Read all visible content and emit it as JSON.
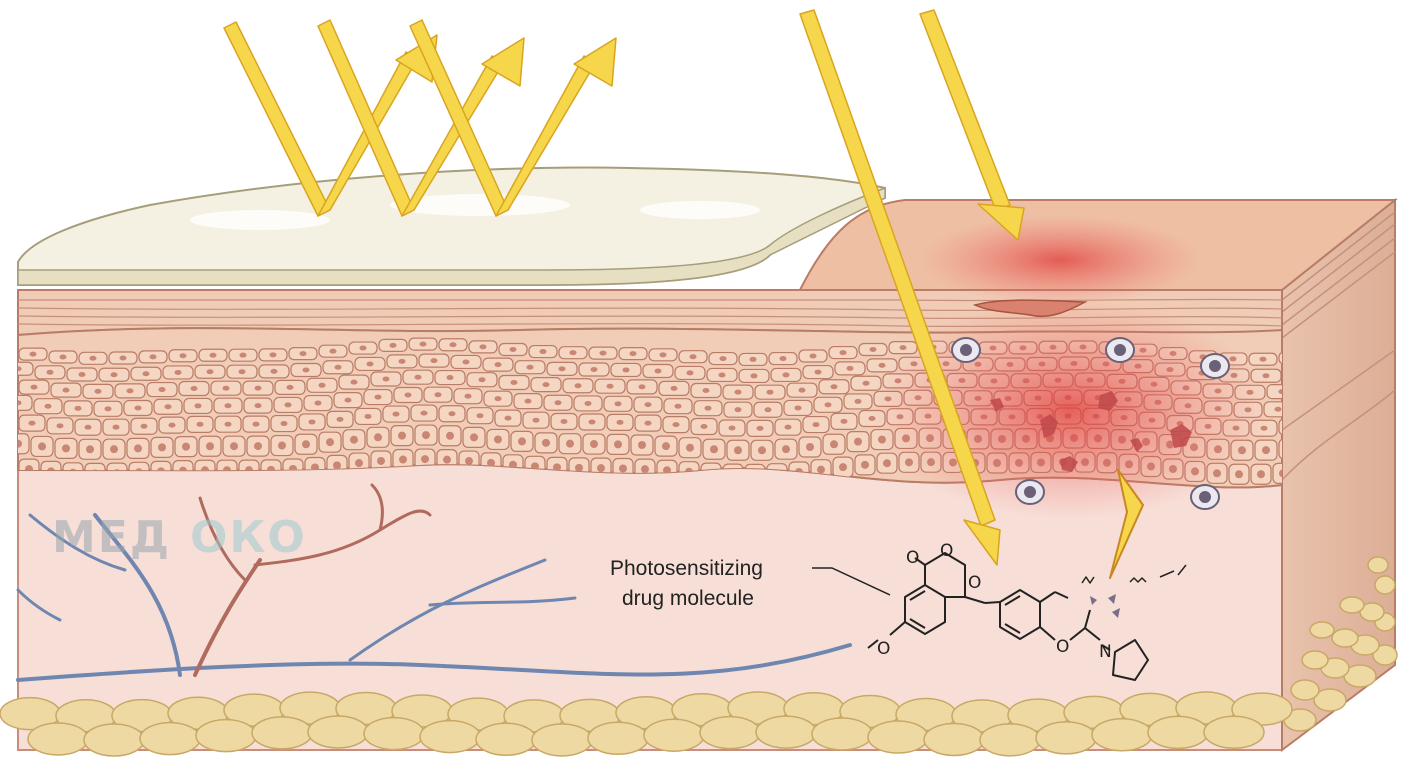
{
  "label": {
    "line1": "Photosensitizing",
    "line2": "drug molecule"
  },
  "watermark": {
    "text_part1": "МЕД",
    "text_part2": "ОКО"
  },
  "molecule": {
    "atom_o1": "O",
    "atom_o2": "O",
    "atom_o3": "O",
    "atom_o4": "O",
    "atom_o5": "O",
    "atom_n": "N"
  },
  "colors": {
    "light_ray": "#f6d64a",
    "light_ray_outline": "#d9a520",
    "sunscreen": "#f4f1e2",
    "epidermis": "#f1cdb7",
    "cell_outline": "#b97c66",
    "dermis": "#f7dfd7",
    "inflammation": "#e34c4c",
    "vein": "#6f86b1",
    "artery": "#b16a5e",
    "fat": "#efd9a3"
  }
}
